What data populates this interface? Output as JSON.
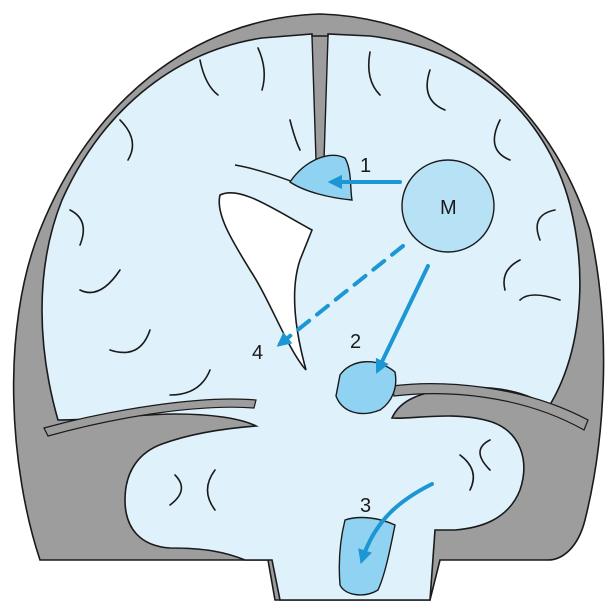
{
  "diagram": {
    "labels": {
      "mass": "M",
      "one": "1",
      "two": "2",
      "three": "3",
      "four": "4"
    },
    "colors": {
      "skull": "#9d9d9d",
      "brain": "#dff1fb",
      "herniation": "#8fd2f1",
      "arrow": "#1d97d4",
      "outline": "#1a1a1a",
      "mass_fill": "#b7e2f6"
    }
  }
}
